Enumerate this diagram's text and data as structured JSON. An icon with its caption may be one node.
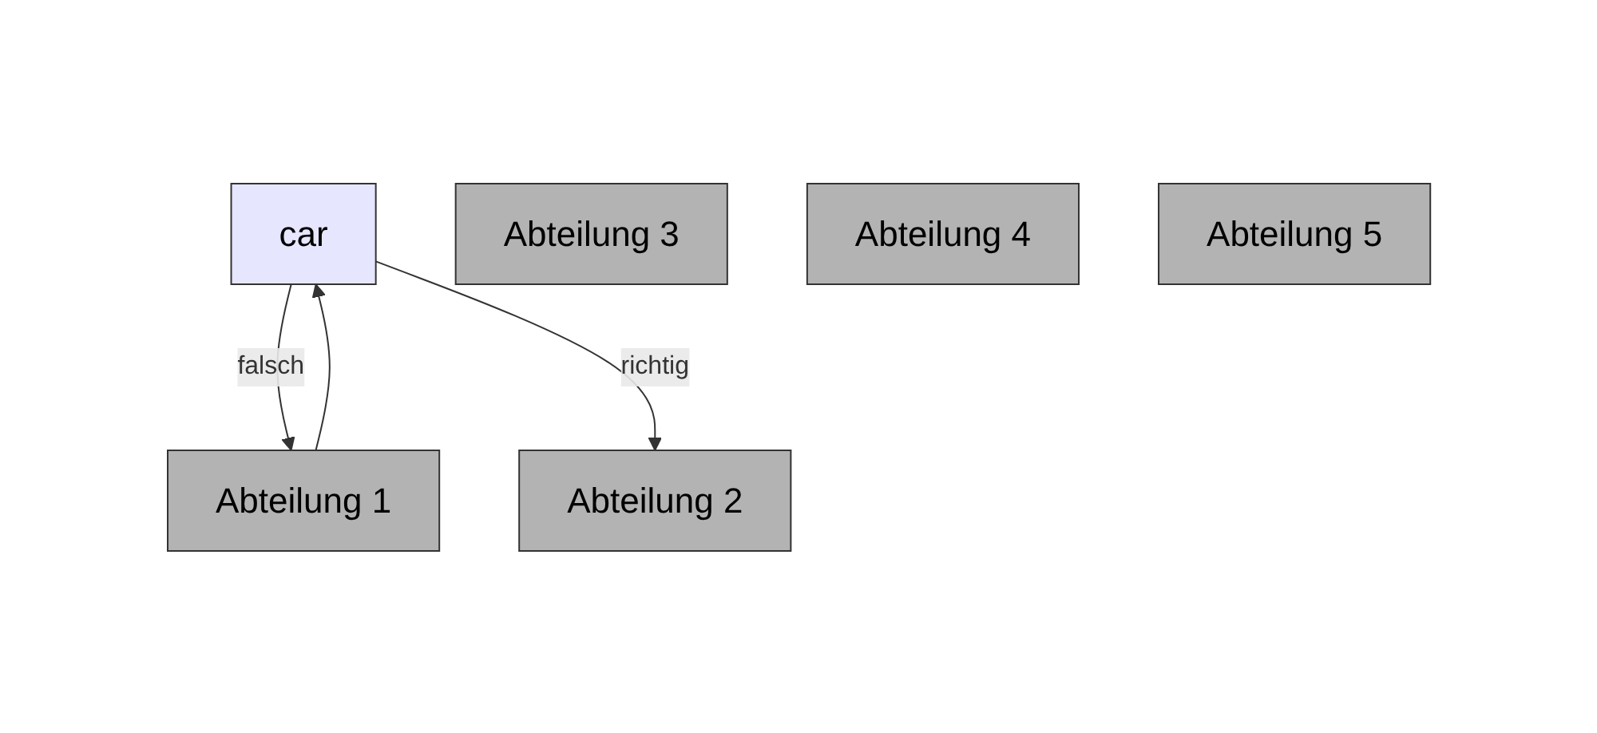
{
  "diagram": {
    "nodes": [
      {
        "text": [
          "car"
        ]
      },
      {
        "text": [
          "Abteilung 1"
        ]
      },
      {
        "text": [
          "Abteilung 2"
        ]
      },
      {
        "text": [
          "Abteilung 3"
        ]
      },
      {
        "text": [
          "Abteilung 4"
        ]
      },
      {
        "text": [
          "Abteilung 5"
        ]
      }
    ],
    "edges": [
      {
        "from": 1,
        "to": 0,
        "arrow": "to"
      },
      {
        "from": 0,
        "to": 1,
        "label": "falsch",
        "arrow": "to"
      },
      {
        "from": 0,
        "to": 2,
        "label": "richtig",
        "arrow": "to"
      }
    ]
  }
}
